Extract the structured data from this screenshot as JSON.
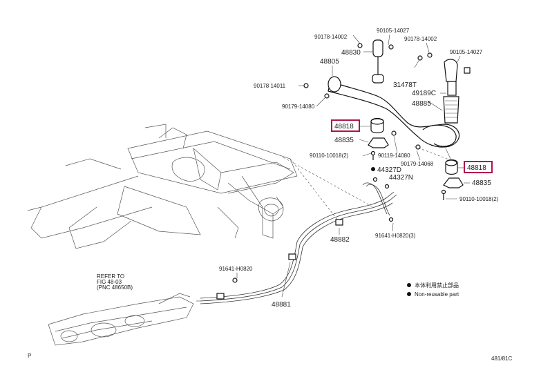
{
  "parts": {
    "p90178_14002": "90178-14002",
    "p90105_14027_a": "90105-14027",
    "p48830": "48830",
    "p48805": "48805",
    "p90178_14011": "90178 14011",
    "p90179_14080_a": "90179-14080",
    "p90178_14002_b": "90178-14002",
    "p90105_14027_b": "90105-14027",
    "p31478T": "31478T",
    "p49189C": "49189C",
    "p48885": "48885",
    "p48818_a": "48818",
    "p48835_a": "48835",
    "p90110_10018_a": "90110-10018(2)",
    "p90119_14080": "90119-14080",
    "p90179_14068": "90179-14068",
    "p48818_b": "48818",
    "p44327D": "44327D",
    "p44327N": "44327N",
    "p48835_b": "48835",
    "p90110_10018_b": "90110-10018(2)",
    "p48882": "48882",
    "p91641_H0820_a": "91641-H0820(3)",
    "p91641_H0820_b": "91641-H0820",
    "p48881": "48881"
  },
  "reference": {
    "line1": "REFER TO",
    "line2": "FIG 48-03",
    "line3": "(PNC 48650B)"
  },
  "legend": {
    "item1": "本体利用禁止部品",
    "item2": "Non-reusable part"
  },
  "corner_left": "P",
  "figure_number": "481/81C",
  "colors": {
    "highlight": "#b0124a"
  }
}
